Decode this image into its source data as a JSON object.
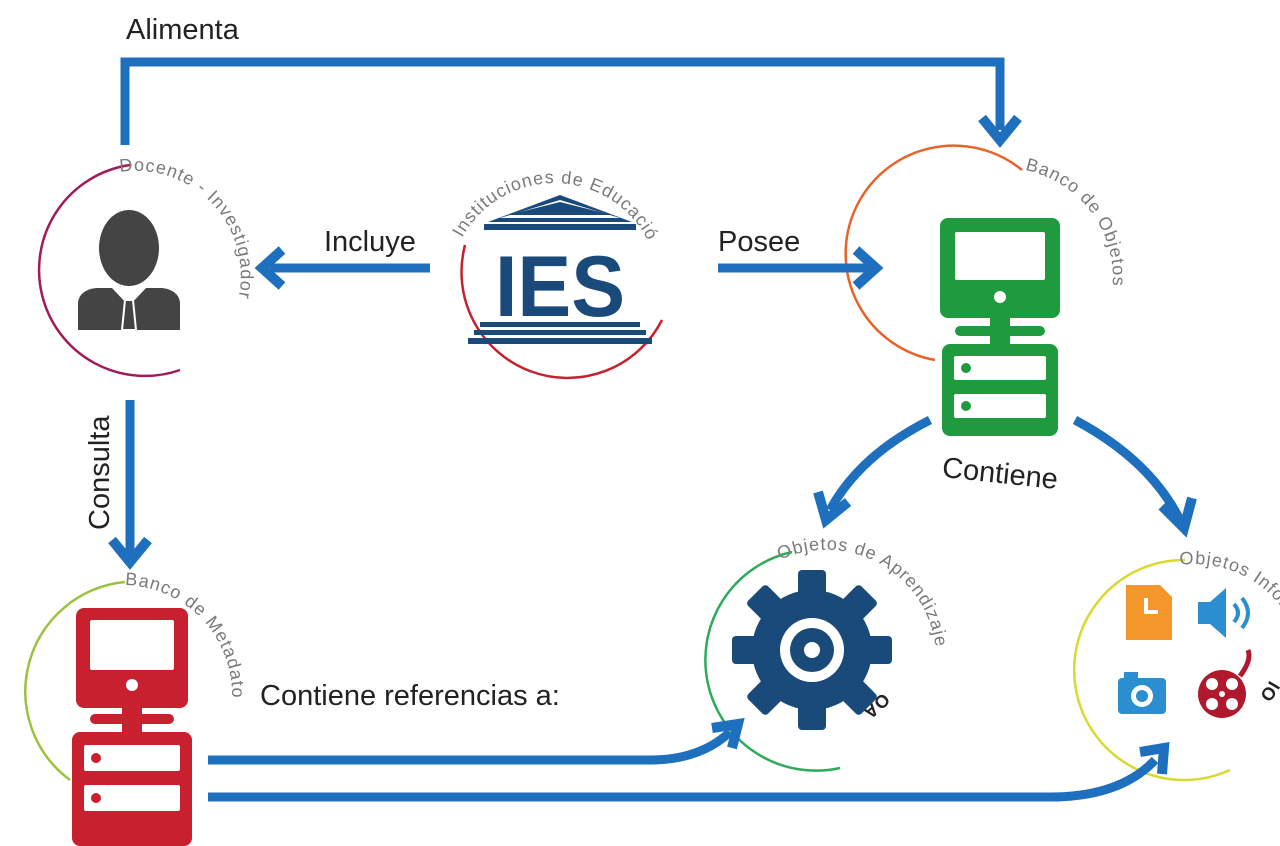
{
  "colors": {
    "arrow": "#1f6fbf",
    "dark_blue": "#1a4a7a",
    "green": "#1f9a3f",
    "red": "#c8202e",
    "person": "#444444",
    "orange": "#f3962b",
    "ring_docente": "#a11a5a",
    "ring_ies": "#c8202e",
    "ring_banco_objetos": "#e8622a",
    "ring_metadatos": "#9cc13c",
    "ring_oa": "#2eaa5a",
    "ring_oi": "#d9d930"
  },
  "nodes": {
    "docente": {
      "arc_label": "Docente - Investigador",
      "icon": "user-icon"
    },
    "ies": {
      "arc_label": "Instituciones de Educación Superior",
      "logo_text": "IES",
      "icon": "institution-icon"
    },
    "banco_objetos": {
      "arc_label": "Banco de Objetos",
      "icon": "server-icon"
    },
    "banco_metadatos": {
      "arc_label": "Banco de Metadatos",
      "icon": "server-icon"
    },
    "objetos_aprendizaje": {
      "arc_label": "Objetos de Aprendizaje",
      "abbr": "OA",
      "icon": "gear-icon"
    },
    "objetos_informativos": {
      "arc_label": "Objetos Infor...",
      "abbr": "IO",
      "icons": [
        "document-icon",
        "speaker-icon",
        "camera-icon",
        "film-reel-icon"
      ]
    }
  },
  "edges": {
    "alimenta": "Alimenta",
    "incluye": "Incluye",
    "posee": "Posee",
    "consulta": "Consulta",
    "contiene": "Contiene",
    "contiene_referencias": "Contiene referencias a:"
  }
}
